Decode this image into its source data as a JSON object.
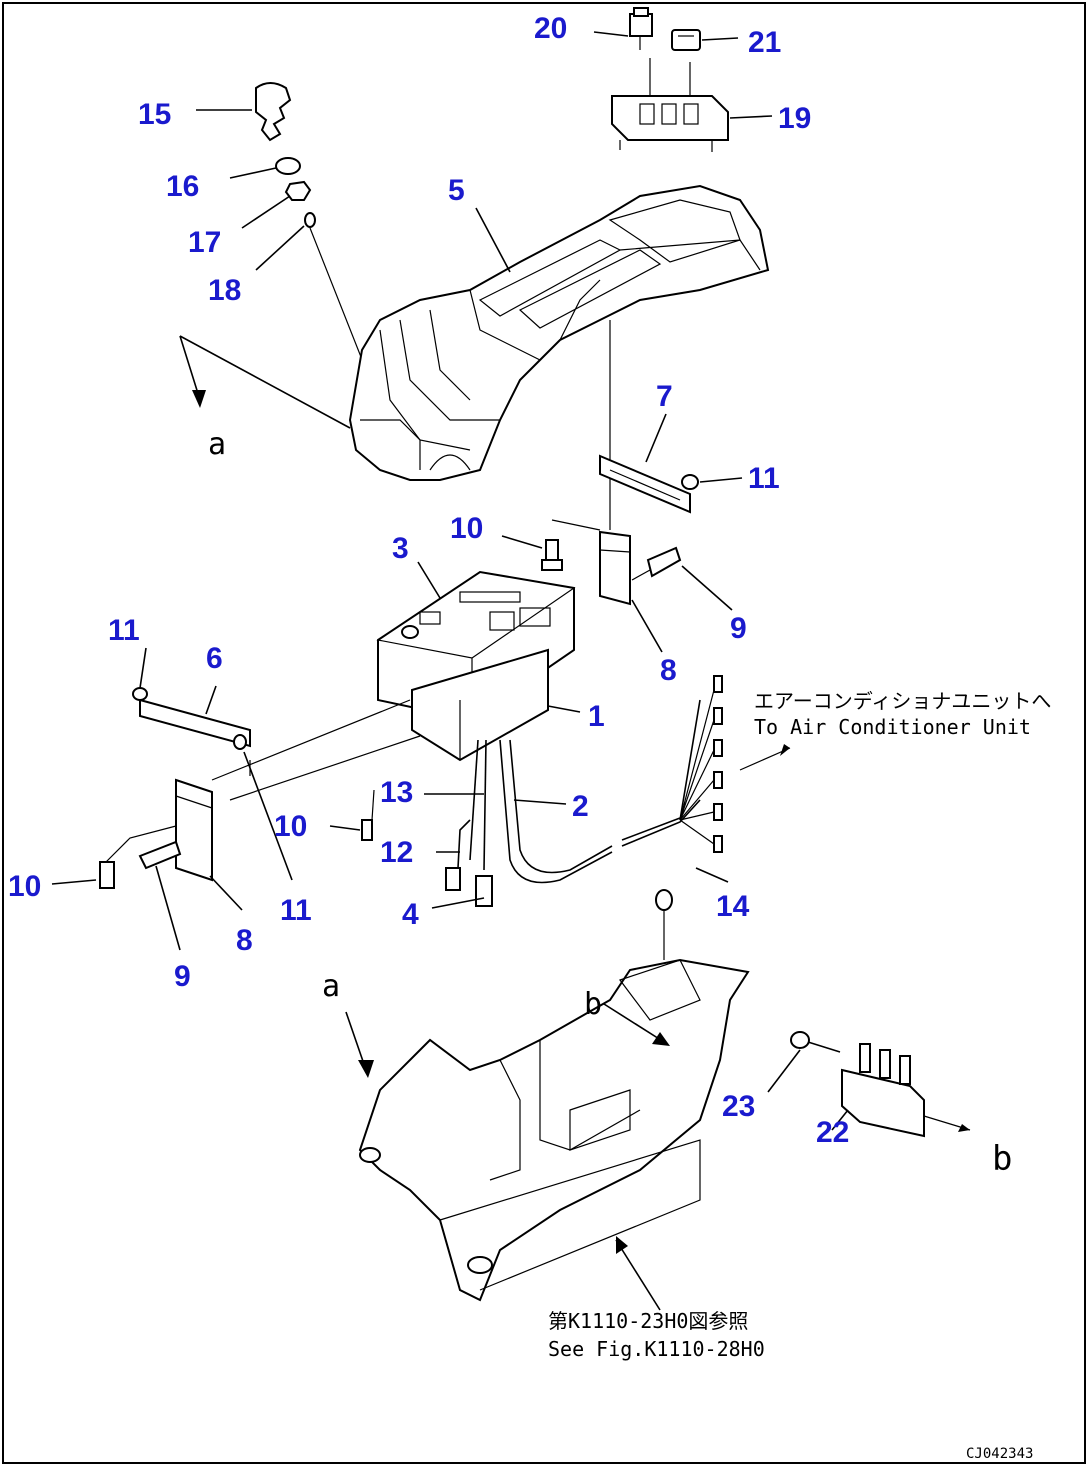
{
  "callouts": [
    {
      "id": "c20",
      "label": "20"
    },
    {
      "id": "c21",
      "label": "21"
    },
    {
      "id": "c19",
      "label": "19"
    },
    {
      "id": "c15",
      "label": "15"
    },
    {
      "id": "c16",
      "label": "16"
    },
    {
      "id": "c17",
      "label": "17"
    },
    {
      "id": "c18",
      "label": "18"
    },
    {
      "id": "c5",
      "label": "5"
    },
    {
      "id": "c7",
      "label": "7"
    },
    {
      "id": "c11a",
      "label": "11"
    },
    {
      "id": "c10a",
      "label": "10"
    },
    {
      "id": "c3",
      "label": "3"
    },
    {
      "id": "c9a",
      "label": "9"
    },
    {
      "id": "c8a",
      "label": "8"
    },
    {
      "id": "c11b",
      "label": "11"
    },
    {
      "id": "c6",
      "label": "6"
    },
    {
      "id": "c1",
      "label": "1"
    },
    {
      "id": "c13",
      "label": "13"
    },
    {
      "id": "c2",
      "label": "2"
    },
    {
      "id": "c10b",
      "label": "10"
    },
    {
      "id": "c12",
      "label": "12"
    },
    {
      "id": "c10c",
      "label": "10"
    },
    {
      "id": "c11c",
      "label": "11"
    },
    {
      "id": "c8b",
      "label": "8"
    },
    {
      "id": "c4",
      "label": "4"
    },
    {
      "id": "c14",
      "label": "14"
    },
    {
      "id": "c9b",
      "label": "9"
    },
    {
      "id": "c23",
      "label": "23"
    },
    {
      "id": "c22",
      "label": "22"
    }
  ],
  "view_markers": {
    "a_top": "a",
    "a_bottom": "a",
    "b_left": "b",
    "b_right": "b"
  },
  "notes": {
    "aircon_jp": "エアーコンディショナユニットへ",
    "aircon_en": "To Air Conditioner Unit",
    "ref_jp": "第K1110-23H0図参照",
    "ref_en": "See Fig.K1110-28H0",
    "drawing_code": "CJ042343"
  }
}
